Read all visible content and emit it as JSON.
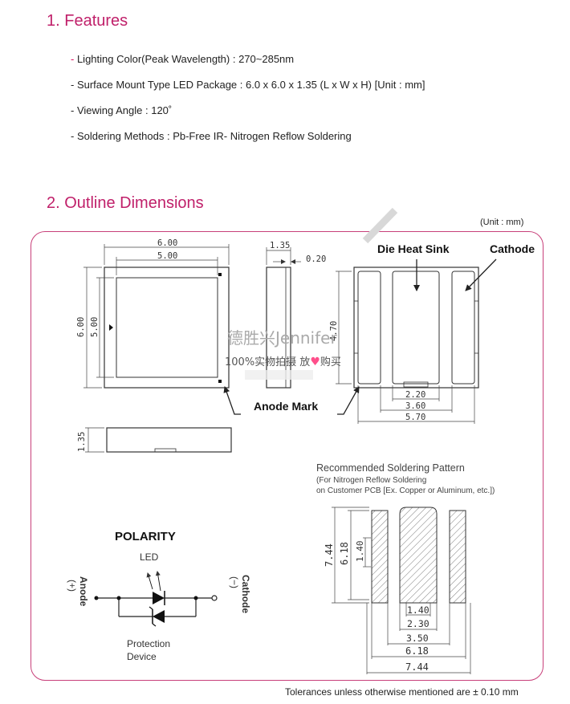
{
  "section1": {
    "title": "1. Features",
    "items": [
      {
        "dash": "-",
        "text": " Lighting Color(Peak Wavelength) : 270~285nm",
        "red": true
      },
      {
        "dash": "-",
        "text": " Surface Mount Type LED Package : 6.0 x 6.0 x 1.35 (L x W x H) [Unit : mm]",
        "red": false
      },
      {
        "dash": "-",
        "text": " Viewing Angle : 120˚",
        "red": false
      },
      {
        "dash": "-",
        "text": " Soldering Methods : Pb-Free IR- Nitrogen Reflow Soldering",
        "red": false
      }
    ]
  },
  "section2": {
    "title": "2. Outline Dimensions",
    "unit": "(Unit : mm)"
  },
  "top_view": {
    "w_outer": "6.00",
    "w_inner": "5.00",
    "h_outer": "6.00",
    "h_inner": "5.00"
  },
  "side_view": {
    "thickness": "1.35",
    "lip": "0.20"
  },
  "bottom_view": {
    "height": "4.70",
    "w_center": "2.20",
    "w_mid": "3.60",
    "w_outer": "5.70"
  },
  "front_view": {
    "height": "1.35"
  },
  "labels": {
    "die_heat_sink": "Die Heat Sink",
    "cathode": "Cathode",
    "anode_mark": "Anode Mark"
  },
  "watermark": {
    "line1": "德胜兴Jennifer",
    "line2_a": "100%实物拍摄  放",
    "line2_b": "购买"
  },
  "soldering": {
    "title": "Recommended Soldering Pattern",
    "sub1": "(For Nitrogen Reflow Soldering",
    "sub2": "on Customer PCB [Ex. Copper or Aluminum, etc.])",
    "h_outer": "7.44",
    "h_mid": "6.18",
    "h_inner": "1.40",
    "w_1": "1.40",
    "w_2": "2.30",
    "w_3": "3.50",
    "w_4": "6.18",
    "w_5": "7.44"
  },
  "polarity": {
    "title": "POLARITY",
    "led": "LED",
    "anode": "Anode",
    "anode_sign": "(+)",
    "cathode": "Cathode",
    "cathode_sign": "(−)",
    "protection": "Protection",
    "device": "Device"
  },
  "tolerance": "Tolerances unless otherwise mentioned are ± 0.10 mm",
  "colors": {
    "heading": "#c0206a",
    "frame": "#c8407a",
    "heart": "#ff4f8b"
  }
}
